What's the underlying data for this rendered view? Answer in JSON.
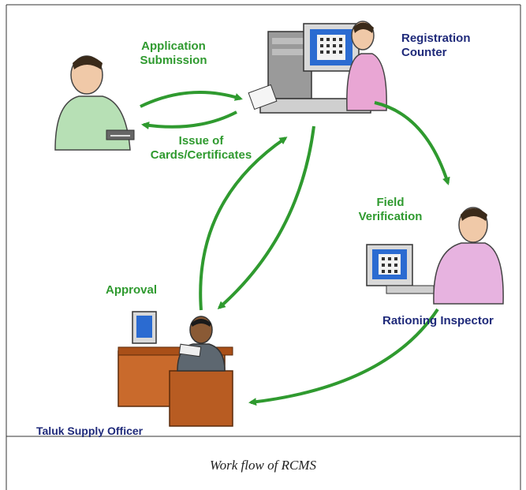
{
  "labels": {
    "application_submission": [
      "Application",
      "Submission"
    ],
    "registration_counter": [
      "Registration",
      "Counter"
    ],
    "issue_of_cards": [
      "Issue of",
      "Cards/Certificates"
    ],
    "field_verification": [
      "Field",
      "Verification"
    ],
    "approval": "Approval",
    "rationing_inspector": "Rationing Inspector",
    "taluk_supply_officer": "Taluk Supply Officer"
  },
  "caption": "Work flow of RCMS",
  "colors": {
    "arrow": "#2f9a2f",
    "label_green": "#2f9a2f",
    "label_navy": "#1f2a7a",
    "border": "#333333"
  },
  "icons": [
    "applicant-person-icon",
    "registration-clerk-icon",
    "rationing-inspector-icon",
    "taluk-supply-officer-icon"
  ]
}
